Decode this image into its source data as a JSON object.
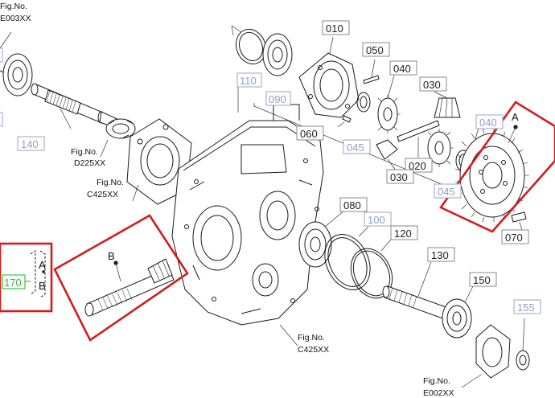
{
  "parts": {
    "p010": "010",
    "p020": "020",
    "p030a": "030",
    "p030b": "030",
    "p040a": "040",
    "p040b": "040",
    "p045a": "045",
    "p045b": "045",
    "p050": "050",
    "p060": "060",
    "p070": "070",
    "p080": "080",
    "p090": "090",
    "p100": "100",
    "p110": "110",
    "p120": "120",
    "p130": "130",
    "p140": "140",
    "p150": "150",
    "p155": "155",
    "p170": "170"
  },
  "figure_refs": {
    "top_left": {
      "line1": "Fig.No.",
      "line2": "E003XX"
    },
    "mid_left": {
      "line1": "Fig.No.",
      "line2": "D225XX"
    },
    "cover": {
      "line1": "Fig.No.",
      "line2": "C425XX"
    },
    "case_bottom": {
      "line1": "Fig.No.",
      "line2": "C425XX"
    },
    "bottom_right": {
      "line1": "Fig.No.",
      "line2": "E002XX"
    }
  },
  "callouts": {
    "gear_a": "A",
    "shaft_b": "B",
    "bracket_a": "A",
    "bracket_b": "B"
  },
  "colors": {
    "highlight_frame": "#d41c1c",
    "selected_part": "#3ab03a",
    "variant_part": "#8ea0c8"
  }
}
